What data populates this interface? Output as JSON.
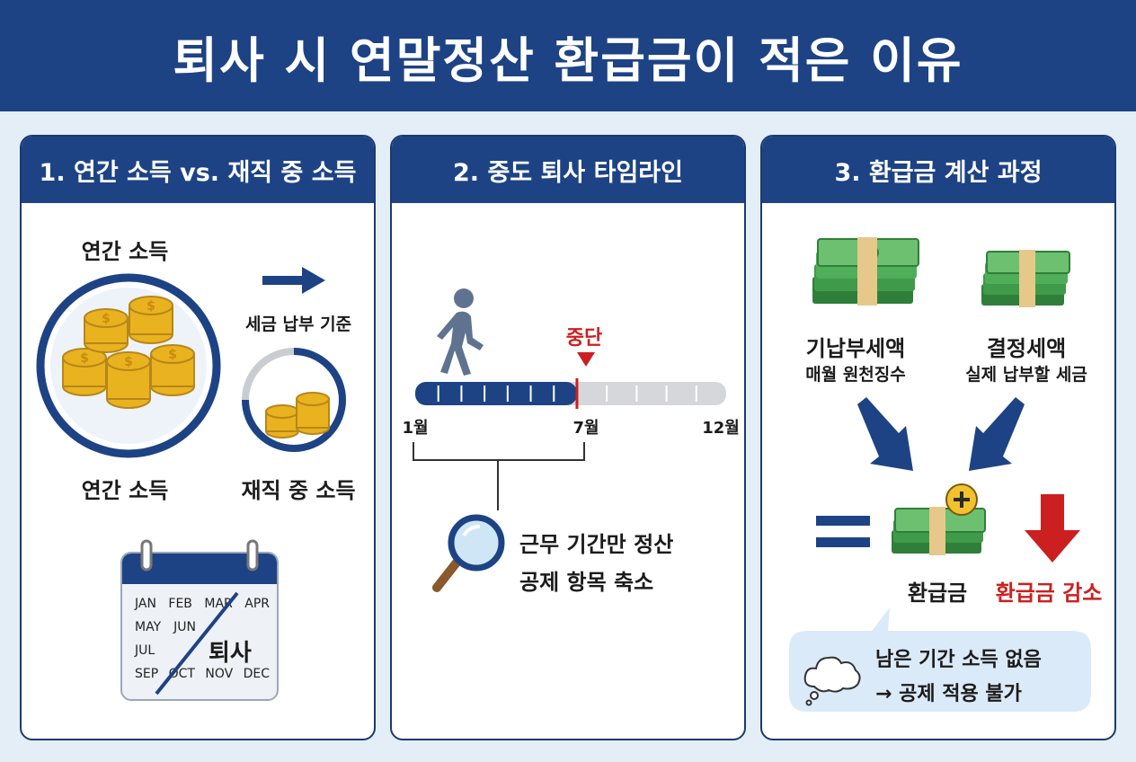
{
  "title": "퇴사 시 연말정산 환급금이 적은 이유",
  "colors": {
    "navy": "#1d4385",
    "red": "#cc1f1f",
    "gold": "#e9b21f",
    "money": "#3f9a4a",
    "bubble": "#dbeaf8"
  },
  "panel1": {
    "heading": "1. 연간 소득 vs. 재직 중 소득",
    "annual_label_top": "연간 소득",
    "arrow_icon": "right-arrow-icon",
    "arrow_caption": "세금 납부 기준",
    "annual_label_bottom": "연간 소득",
    "employed_label": "재직 중 소득",
    "calendar": {
      "months": [
        "JAN",
        "FEB",
        "MAR",
        "APR",
        "MAY",
        "JUN",
        "JUL",
        "SEP",
        "OCT",
        "NOV",
        "DEC"
      ],
      "stamp": "퇴사"
    }
  },
  "panel2": {
    "heading": "2. 중도 퇴사 타임라인",
    "stop_label": "중단",
    "timeline": {
      "start": "1월",
      "stop": "7월",
      "end": "12월",
      "filled_months": 7,
      "total_months": 12
    },
    "note_line1": "근무 기간만 정산",
    "note_line2": "공제 항목 축소"
  },
  "panel3": {
    "heading": "3. 환급금 계산 과정",
    "left_title": "기납부세액",
    "left_sub": "매월 원천징수",
    "right_title": "결정세액",
    "right_sub": "실제 납부할 세금",
    "refund_label": "환급금",
    "decrease_label": "환급금 감소",
    "bubble_line1": "남은 기간 소득 없음",
    "bubble_line2": "→ 공제 적용 불가"
  }
}
